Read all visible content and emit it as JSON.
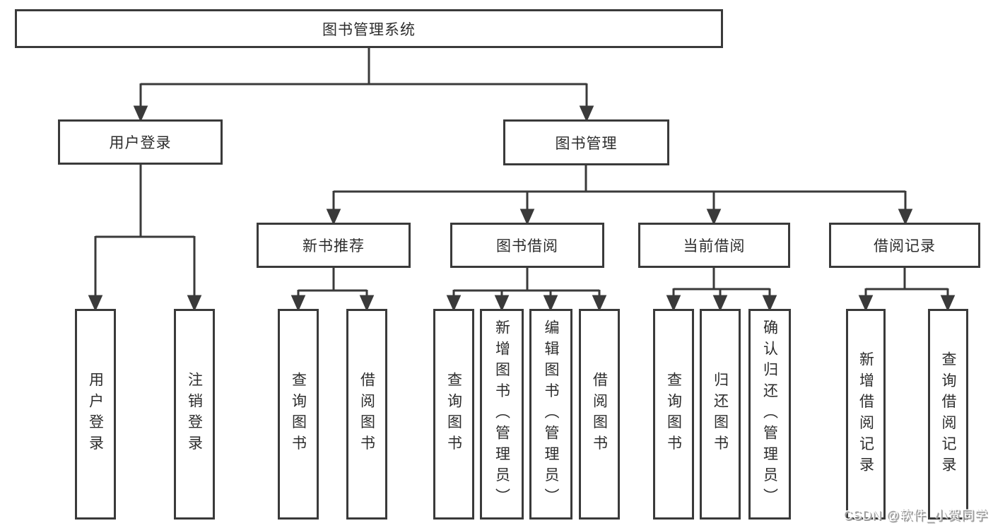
{
  "diagram": {
    "title": "图书管理系统",
    "nodes": {
      "root": {
        "label": "图书管理系统"
      },
      "level2": [
        {
          "label": "用户登录"
        },
        {
          "label": "图书管理"
        }
      ],
      "level3": [
        {
          "label": "新书推荐"
        },
        {
          "label": "图书借阅"
        },
        {
          "label": "当前借阅"
        },
        {
          "label": "借阅记录"
        }
      ],
      "leaves": [
        {
          "label": "用户登录"
        },
        {
          "label": "注销登录"
        },
        {
          "label": "查询图书"
        },
        {
          "label": "借阅图书"
        },
        {
          "label": "查询图书"
        },
        {
          "label": "新增图书（管理员）"
        },
        {
          "label": "编辑图书（管理员）"
        },
        {
          "label": "借阅图书"
        },
        {
          "label": "查询图书"
        },
        {
          "label": "归还图书"
        },
        {
          "label": "确认归还（管理员）"
        },
        {
          "label": "新增借阅记录"
        },
        {
          "label": "查询借阅记录"
        }
      ]
    },
    "colors": {
      "line": "#3a3a3a",
      "text": "#2d2d2d",
      "background": "#ffffff",
      "watermark_text": "#ffffff",
      "watermark_shadow": "#9b9b9b"
    }
  },
  "watermark": {
    "text": "CSDN @软件_小贺同学"
  }
}
